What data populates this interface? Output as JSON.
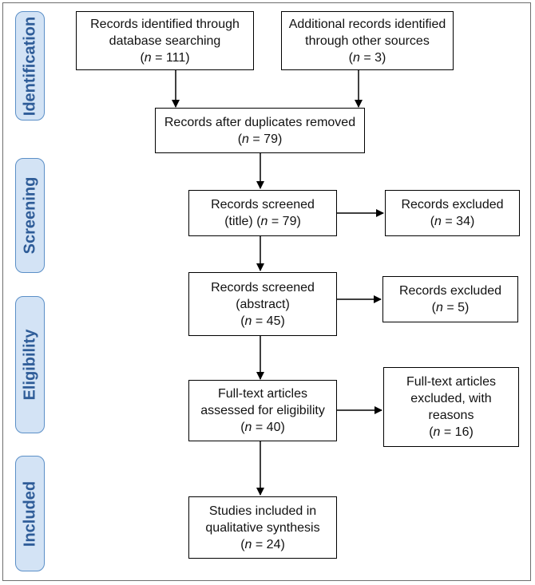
{
  "stages": [
    {
      "id": "identification",
      "label": "Identification"
    },
    {
      "id": "screening",
      "label": "Screening"
    },
    {
      "id": "eligibility",
      "label": "Eligibility"
    },
    {
      "id": "included",
      "label": "Included"
    }
  ],
  "boxes": {
    "db_search": {
      "line1": "Records identified through",
      "line2": "database searching",
      "n_prefix": "n",
      "n_value": "= 111)"
    },
    "other_sources": {
      "line1": "Additional records identified",
      "line2": "through other sources",
      "n_prefix": "n",
      "n_value": "= 3)"
    },
    "duplicates_removed": {
      "line1": "Records after duplicates removed",
      "n_prefix": "n",
      "n_value": "= 79)"
    },
    "screened_title": {
      "line1": "Records screened",
      "line2_pre": "(title) (",
      "n_prefix": "n",
      "n_value": "= 79)"
    },
    "excluded_title": {
      "line1": "Records excluded",
      "n_prefix": "n",
      "n_value": "= 34)"
    },
    "screened_abstract": {
      "line1": "Records screened",
      "line2": "(abstract)",
      "n_prefix": "n",
      "n_value": "= 45)"
    },
    "excluded_abstract": {
      "line1": "Records excluded",
      "n_prefix": "n",
      "n_value": "= 5)"
    },
    "fulltext_assessed": {
      "line1": "Full-text articles",
      "line2": "assessed for eligibility",
      "n_prefix": "n",
      "n_value": "= 40)"
    },
    "fulltext_excluded": {
      "line1": "Full-text articles",
      "line2": "excluded, with",
      "line3": "reasons",
      "n_prefix": "n",
      "n_value": "= 16)"
    },
    "included": {
      "line1": "Studies included in",
      "line2": "qualitative synthesis",
      "n_prefix": "n",
      "n_value": "= 24)"
    }
  }
}
